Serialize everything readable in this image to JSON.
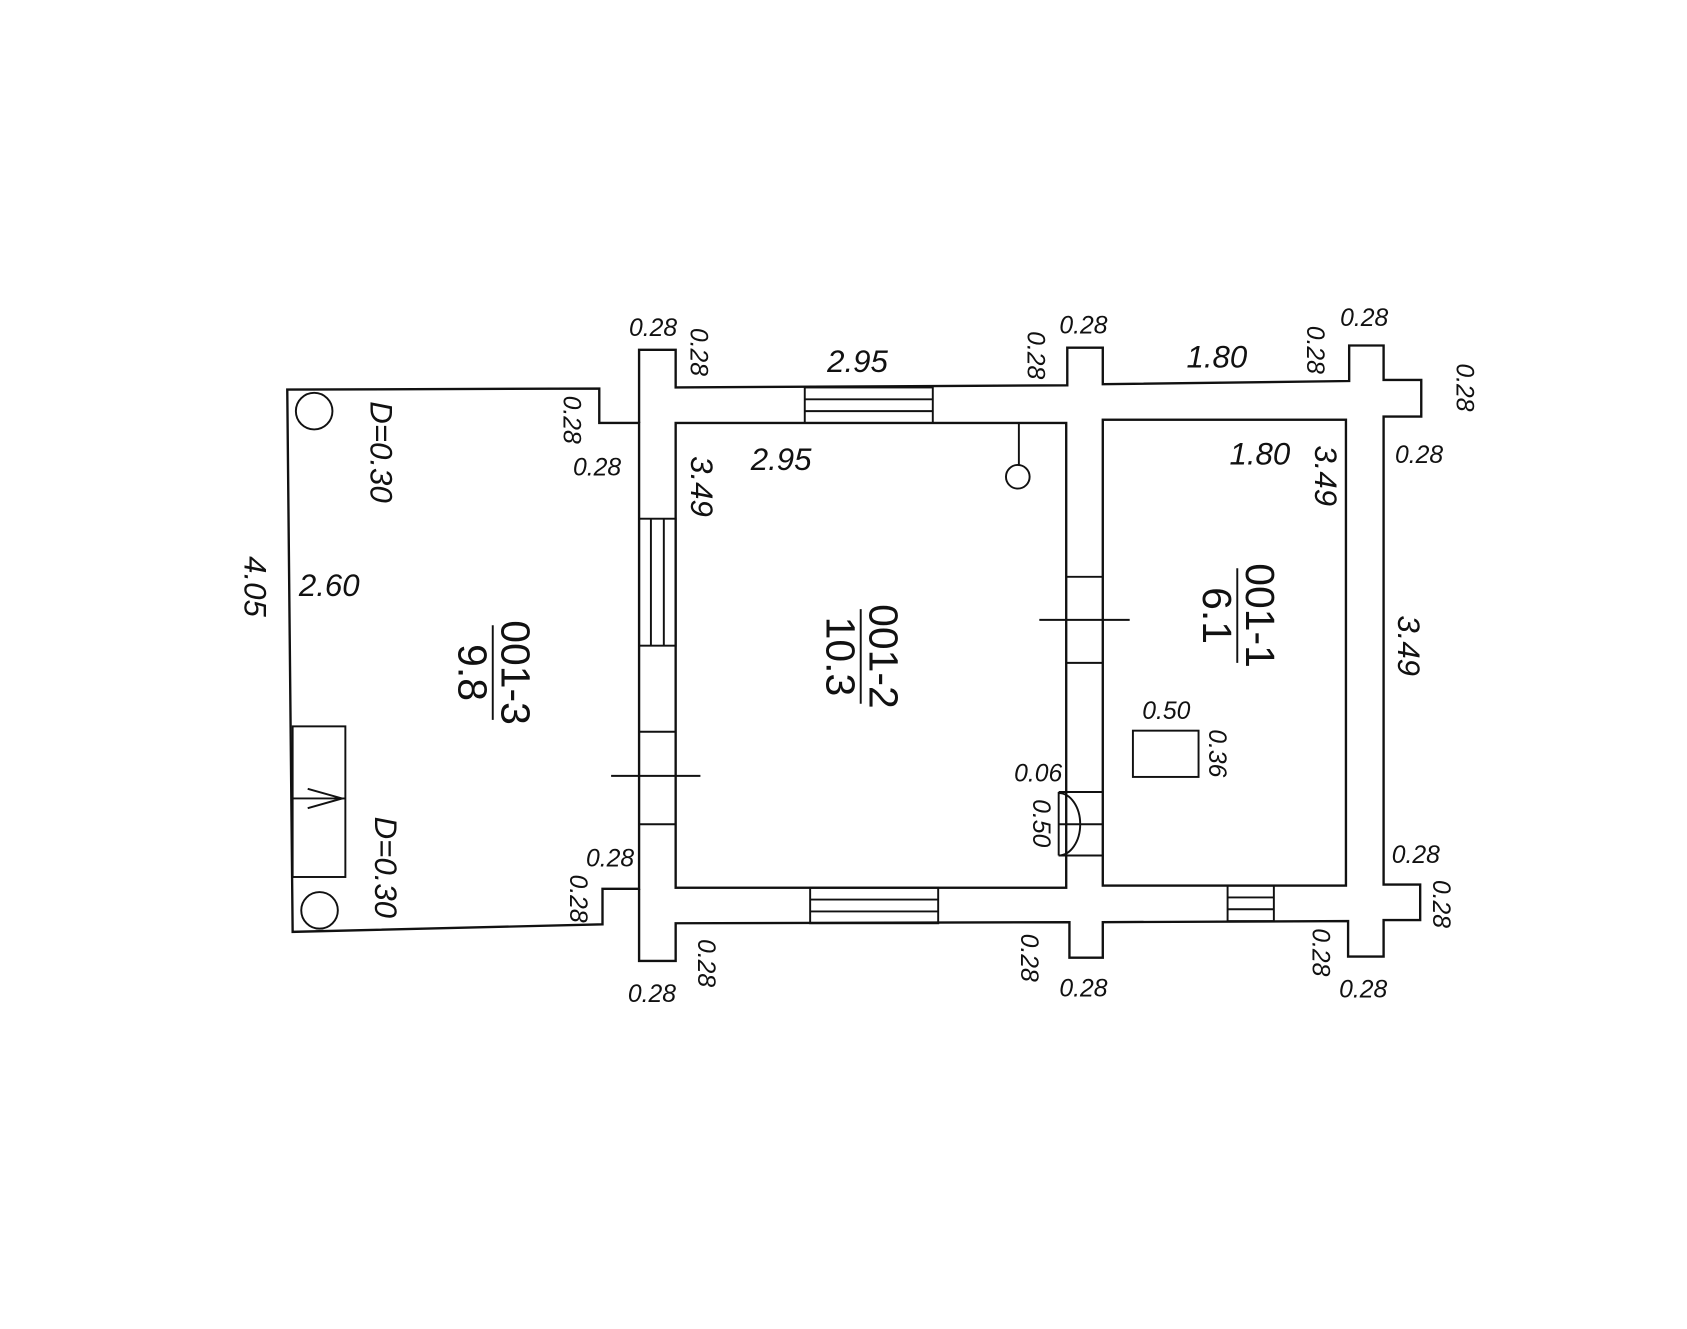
{
  "title": "Floor plan",
  "colors": {
    "line": "#111111",
    "background": "#ffffff"
  },
  "rooms": [
    {
      "id": "001-3",
      "area": "9.8"
    },
    {
      "id": "001-2",
      "area": "10.3"
    },
    {
      "id": "001-1",
      "area": "6.1"
    }
  ],
  "labels": [
    "0.28",
    "0.28",
    "2.95",
    "0.28",
    "0.28",
    "1.80",
    "0.28",
    "0.28",
    "0.28",
    "0.28",
    "0.28",
    "3.49",
    "2.95",
    "1.80",
    "3.49",
    "0.28",
    "D=0.30",
    "4.05",
    "2.60",
    "3.49",
    "0.50",
    "0.36",
    "0.06",
    "0.50",
    "D=0.30",
    "0.28",
    "0.28",
    "0.28",
    "0.28",
    "0.28",
    "0.28",
    "0.28",
    "0.28",
    "0.28",
    "0.28"
  ]
}
